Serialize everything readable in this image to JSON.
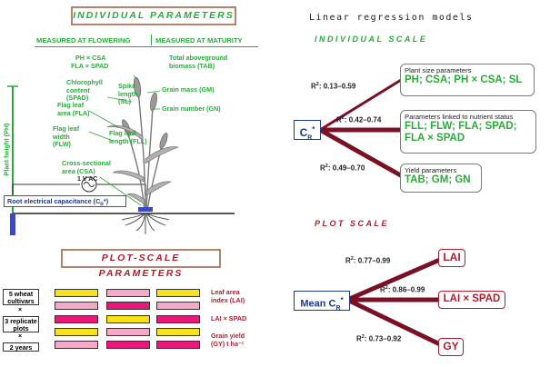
{
  "left": {
    "title": "INDIVIDUAL PARAMETERS",
    "col_flowering": "MEASURED AT FLOWERING",
    "col_maturity": "MEASURED AT MATURITY",
    "plant_height": "Plant height (PH)",
    "flowering_params": {
      "ph_csa": "PH × CSA",
      "fla_spad": "FLA × SPAD",
      "chlorophyll": "Chlorophyll content (SPAD)",
      "spike": "Spike length (SL)",
      "fla": "Flag leaf area (FLA)",
      "flw": "Flag leaf width (FLW)",
      "fll": "Flag leaf length (FLL)",
      "csa": "Cross-sectional area (CSA)"
    },
    "maturity_params": {
      "tab": "Total aboveground biomass (TAB)",
      "gm": "Grain mass (GM)",
      "gn": "Grain number (GN)"
    },
    "voltage": "1 V AC",
    "root_capacitance": "Root electrical capacitance (C",
    "root_capacitance_sub": "R",
    "root_capacitance_end": "*)"
  },
  "plot_params": {
    "title": "PLOT-SCALE PARAMETERS",
    "factors": [
      "5 wheat cultivars",
      "3 replicate plots",
      "2 years"
    ],
    "times": "×",
    "labels": [
      "Leaf area index (LAI)",
      "LAI × SPAD",
      "Grain yield (GY) t ha⁻¹"
    ]
  },
  "right": {
    "title": "Linear regression models",
    "individual_title": "INDIVIDUAL SCALE",
    "plot_title": "PLOT SCALE",
    "cr_label": "C",
    "cr_sub": "R",
    "cr_star": "*",
    "mean_cr_label": "Mean C",
    "individual": [
      {
        "r2": "0.13–0.59",
        "header": "Plant size parameters",
        "values": "PH; CSA; PH × CSA; SL"
      },
      {
        "r2": "0.42–0.74",
        "header": "Parameters linked to nutrient status",
        "values": "FLL; FLW; FLA; SPAD; FLA × SPAD"
      },
      {
        "r2": "0.49–0.70",
        "header": "Yield parameters",
        "values": "TAB; GM; GN"
      }
    ],
    "plot": [
      {
        "r2": "0.77–0.99",
        "target": "LAI"
      },
      {
        "r2": "0.86–0.99",
        "target": "LAI × SPAD"
      },
      {
        "r2": "0.73–0.92",
        "target": "GY"
      }
    ],
    "r2_prefix": "R",
    "r2_sup": "2",
    "r2_sep": ": "
  },
  "colors": {
    "green": "#2bab3a",
    "dark_red": "#7a1025",
    "red": "#b31b2c",
    "navy": "#1f3a8a",
    "yellow": "#f7e21a",
    "pink": "#f4a9c6",
    "magenta": "#e8197a",
    "brown_border": "#b0836a"
  }
}
